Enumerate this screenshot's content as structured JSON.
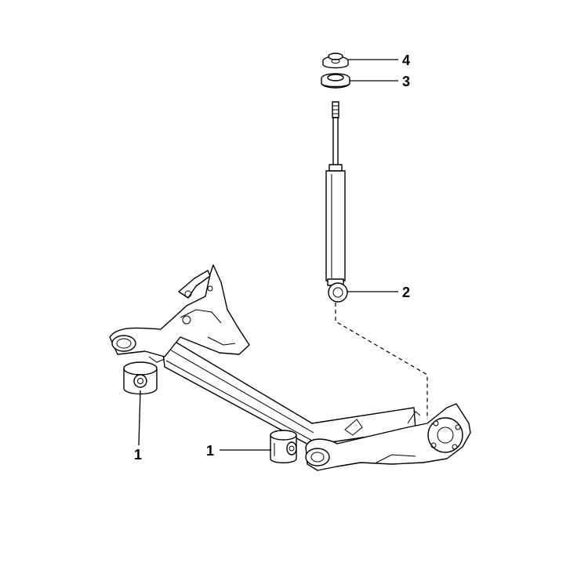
{
  "diagram": {
    "callouts": [
      {
        "id": "bushing-left",
        "label": "1"
      },
      {
        "id": "bushing-center",
        "label": "1"
      },
      {
        "id": "shock-absorber",
        "label": "2"
      },
      {
        "id": "lower-washer",
        "label": "3"
      },
      {
        "id": "upper-nut",
        "label": "4"
      }
    ]
  }
}
